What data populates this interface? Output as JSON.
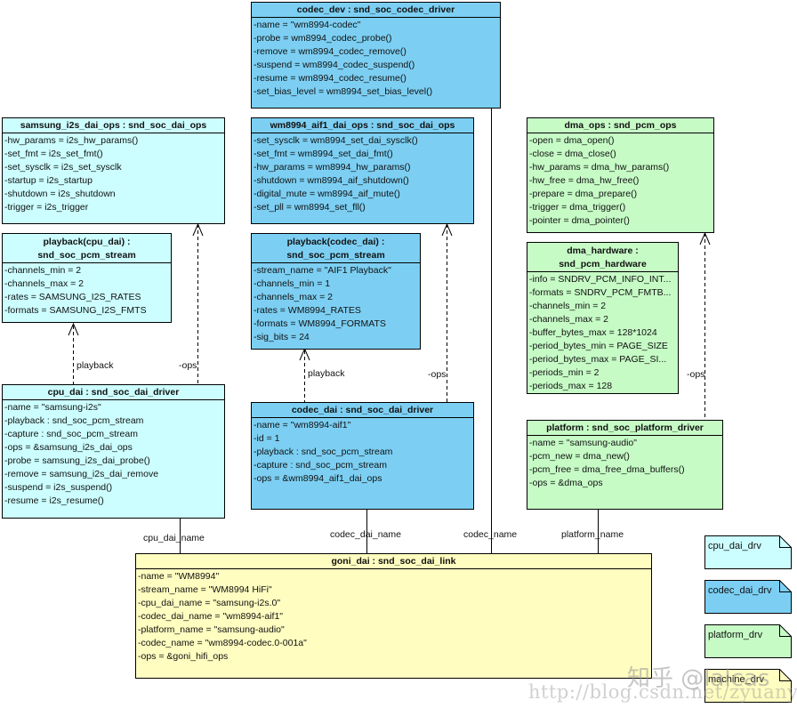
{
  "diagram": {
    "type": "uml-object-diagram",
    "colors": {
      "cpu_dai_drv": "#ccfeff",
      "codec_dai_drv": "#7ccff3",
      "platform_drv": "#c6fbc6",
      "machine_drv": "#fffdc0",
      "border": "#000000"
    },
    "objects": {
      "codec_dev": {
        "title": "codec_dev : snd_soc_codec_driver",
        "attrs": [
          "-name = \"wm8994-codec\"",
          "-probe = wm8994_codec_probe()",
          "-remove = wm8994_codec_remove()",
          "-suspend = wm8994_codec_suspend()",
          "-resume = wm8994_codec_resume()",
          "-set_bias_level = wm8994_set_bias_level()"
        ]
      },
      "samsung_i2s_dai_ops": {
        "title": "samsung_i2s_dai_ops : snd_soc_dai_ops",
        "attrs": [
          "-hw_params = i2s_hw_params()",
          "-set_fmt = i2s_set_fmt()",
          "-set_sysclk = i2s_set_sysclk",
          "-startup = i2s_startup",
          "-shutdown = i2s_shutdown",
          "-trigger = i2s_trigger"
        ]
      },
      "wm8994_aif1_dai_ops": {
        "title": "wm8994_aif1_dai_ops : snd_soc_dai_ops",
        "attrs": [
          "-set_sysclk = wm8994_set_dai_sysclk()",
          "-set_fmt = wm8994_set_dai_fmt()",
          "-hw_params = wm8994_hw_params()",
          "-shutdown = wm8994_aif_shutdown()",
          "-digital_mute = wm8994_aif_mute()",
          "-set_pll = wm8994_set_fll()"
        ]
      },
      "dma_ops": {
        "title": "dma_ops : snd_pcm_ops",
        "attrs": [
          "-open = dma_open()",
          "-close = dma_close()",
          "-hw_params = dma_hw_params()",
          "-hw_free = dma_hw_free()",
          "-prepare = dma_prepare()",
          "-trigger = dma_trigger()",
          "-pointer = dma_pointer()"
        ]
      },
      "playback_cpu": {
        "title1": "playback(cpu_dai) :",
        "title2": "snd_soc_pcm_stream",
        "attrs": [
          "-channels_min = 2",
          "-channels_max = 2",
          "-rates = SAMSUNG_I2S_RATES",
          "-formats = SAMSUNG_I2S_FMTS"
        ]
      },
      "playback_codec": {
        "title1": "playback(codec_dai) :",
        "title2": "snd_soc_pcm_stream",
        "attrs": [
          "-stream_name = \"AIF1 Playback\"",
          "-channels_min = 1",
          "-channels_max = 2",
          "-rates = WM8994_RATES",
          "-formats = WM8994_FORMATS",
          "-sig_bits = 24"
        ]
      },
      "dma_hardware": {
        "title1": "dma_hardware :",
        "title2": "snd_pcm_hardware",
        "attrs": [
          "-info = SNDRV_PCM_INFO_INT...",
          "-formats = SNDRV_PCM_FMTB...",
          "-channels_min = 2",
          "-channels_max = 2",
          "-buffer_bytes_max = 128*1024",
          "-period_bytes_min = PAGE_SIZE",
          "-period_bytes_max = PAGE_SI...",
          "-periods_min = 2",
          "-periods_max = 128"
        ]
      },
      "cpu_dai": {
        "title": "cpu_dai : snd_soc_dai_driver",
        "attrs": [
          "-name = \"samsung-i2s\"",
          "-playback : snd_soc_pcm_stream",
          "-capture : snd_soc_pcm_stream",
          "-ops = &samsung_i2s_dai_ops",
          "-probe = samsung_i2s_dai_probe()",
          "-remove = samsung_i2s_dai_remove",
          "-suspend = i2s_suspend()",
          "-resume = i2s_resume()"
        ]
      },
      "codec_dai": {
        "title": "codec_dai : snd_soc_dai_driver",
        "attrs": [
          "-name = \"wm8994-aif1\"",
          "-id = 1",
          "-playback : snd_soc_pcm_stream",
          "-capture : snd_soc_pcm_stream",
          "-ops = &wm8994_aif1_dai_ops"
        ]
      },
      "platform": {
        "title": "platform : snd_soc_platform_driver",
        "attrs": [
          "-name = \"samsung-audio\"",
          "-pcm_new = dma_new()",
          "-pcm_free = dma_free_dma_buffers()",
          "-ops = &dma_ops"
        ]
      },
      "goni_dai": {
        "title": "goni_dai : snd_soc_dai_link",
        "attrs": [
          "-name = \"WM8994\"",
          "-stream_name = \"WM8994 HiFi\"",
          "-cpu_dai_name = \"samsung-i2s.0\"",
          "-codec_dai_name = \"wm8994-aif1\"",
          "-platform_name = \"samsung-audio\"",
          "-codec_name = \"wm8994-codec.0-001a\"",
          "-ops = &goni_hifi_ops"
        ]
      }
    },
    "link_labels": {
      "cpu_playback": "playback",
      "cpu_ops": "-ops",
      "codec_playback": "playback",
      "codec_ops": "-ops",
      "platform_ops": "-ops",
      "cpu_dai_name": "cpu_dai_name",
      "codec_dai_name": "codec_dai_name",
      "codec_name": "codec_name",
      "platform_name": "platform_name"
    },
    "legend": [
      {
        "label": "cpu_dai_drv"
      },
      {
        "label": "codec_dai_drv"
      },
      {
        "label": "platform_drv"
      },
      {
        "label": "machine_drv"
      }
    ],
    "watermarks": {
      "zhihu": "知乎 @lalcas",
      "url": "http://blog.csdn.net/zyuanyun"
    }
  }
}
